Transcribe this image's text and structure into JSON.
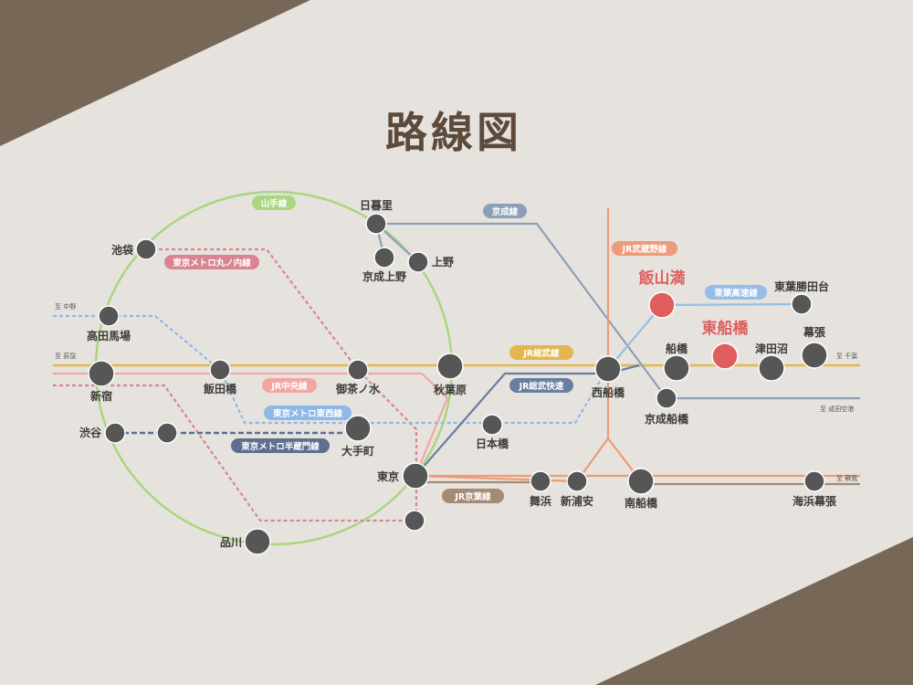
{
  "title": "路線図",
  "colors": {
    "background": "#e6e3de",
    "corner": "#776757",
    "title": "#5c4a3b",
    "station": "#565656",
    "highlight": "#df5f5f"
  },
  "lines": {
    "yamanote": {
      "label": "山手線",
      "color": "#a9d67f"
    },
    "marunouchi": {
      "label": "東京メトロ丸ノ内線",
      "color": "#e39aa4"
    },
    "chuo": {
      "label": "JR中央線",
      "color": "#f2a6a4"
    },
    "tozai": {
      "label": "東京メトロ東西線",
      "color": "#8db8e8"
    },
    "hanzomon": {
      "label": "東京メトロ半蔵門線",
      "color": "#5e6f90"
    },
    "keisei": {
      "label": "京成線",
      "color": "#8d9fb6"
    },
    "musashino": {
      "label": "JR武蔵野線",
      "color": "#ef9a78"
    },
    "toyo": {
      "label": "東葉高速線",
      "color": "#96bde8"
    },
    "sobu": {
      "label": "JR総武線",
      "color": "#e5b54e"
    },
    "sobu_rapid": {
      "label": "JR総武快速",
      "color": "#6a7ea0"
    },
    "keiyo": {
      "label": "JR京葉線",
      "color": "#a58a74"
    }
  },
  "stations": {
    "ikebukuro": "池袋",
    "nippori": "日暮里",
    "keisei_ueno": "京成上野",
    "ueno": "上野",
    "takadanobaba": "高田馬場",
    "shinjuku": "新宿",
    "iidabashi": "飯田橋",
    "ochanomizu": "御茶ノ水",
    "akihabara": "秋葉原",
    "otemachi": "大手町",
    "shibuya": "渋谷",
    "nihombashi": "日本橋",
    "tokyo": "東京",
    "shinagawa": "品川",
    "maihama": "舞浜",
    "shin_urayasu": "新浦安",
    "minami_funabashi": "南船橋",
    "nishi_funabashi": "西船橋",
    "keisei_funabashi": "京成船橋",
    "funabashi": "船橋",
    "tsudanuma": "津田沼",
    "makuhari": "幕張",
    "toyo_katsutadai": "東葉勝田台",
    "kaihin_makuhari": "海浜幕張",
    "iiyamamitsu": "飯山満",
    "higashi_funabashi": "東船橋"
  },
  "directions": {
    "nakano": "至 中野",
    "ogikubo": "至 荻窪",
    "chiba": "至 千葉",
    "narita": "至 成田空港",
    "soga": "至 蘇我"
  }
}
